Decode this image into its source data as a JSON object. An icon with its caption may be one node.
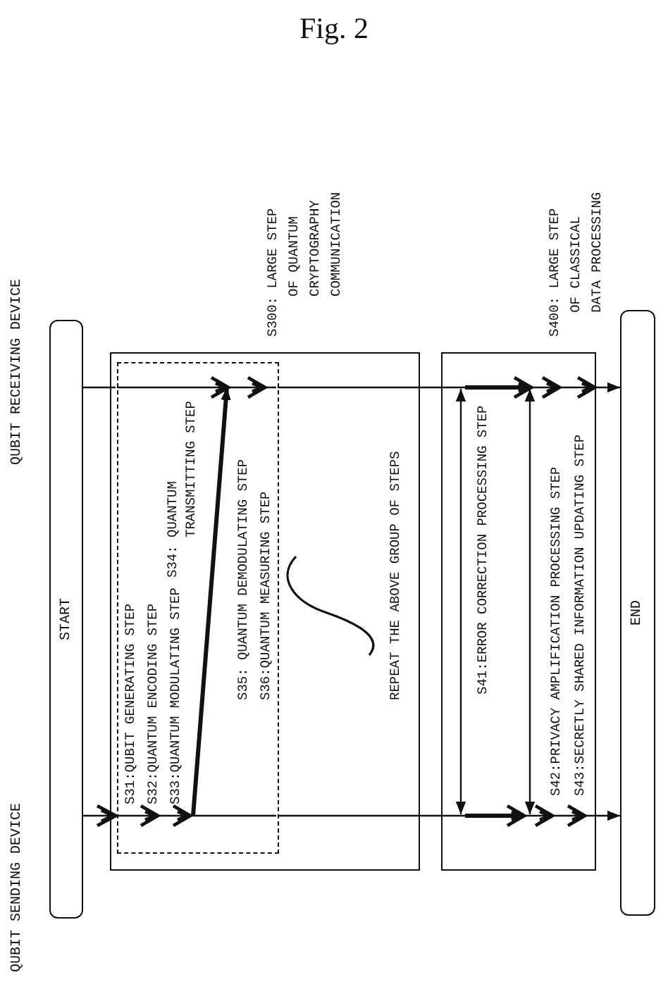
{
  "diagram": {
    "title": "Fig. 2",
    "nodes": [
      {
        "text": [
          "START"
        ]
      },
      {
        "text": [
          "S300: LARGE STEP OF QUANTUM CRYPTOGRAPHY COMMUNICATION"
        ]
      },
      {
        "text": [],
        "shape": "box",
        "in": 1
      },
      {
        "text": [
          "S400: LARGE STEP OF CLASSICAL DATA PROCESSING"
        ]
      },
      {
        "text": [
          "END"
        ]
      }
    ],
    "edges": [
      {
        "from": 0,
        "to": 2,
        "arrow": "to"
      },
      {
        "from": 0,
        "to": 2,
        "arrow": "none"
      },
      {
        "from": 2,
        "to": 3,
        "arrow": "none"
      },
      {
        "from": 2,
        "to": 3,
        "arrow": "none"
      },
      {
        "from": 3,
        "to": 4,
        "arrow": "to"
      },
      {
        "from": 3,
        "to": 4,
        "arrow": "to"
      }
    ],
    "labels": [
      "QUBIT SENDING DEVICE",
      "QUBIT RECEIVING DEVICE",
      "S31:QUBIT GENERATING STEP",
      "S32:QUANTUM ENCODING STEP",
      "S33:QUANTUM MODULATING STEP",
      "S34: QUANTUM TRANSMITTING STEP",
      "S35: QUANTUM DEMODULATING STEP",
      "S36:QUANTUM MEASURING STEP",
      "REPEAT THE ABOVE GROUP OF STEPS",
      "S41:ERROR CORRECTION PROCESSING STEP",
      "S42:PRIVACY AMPLIFICATION PROCESSING STEP",
      "S43:SECRETLY SHARED INFORMATION UPDATING STEP"
    ]
  }
}
